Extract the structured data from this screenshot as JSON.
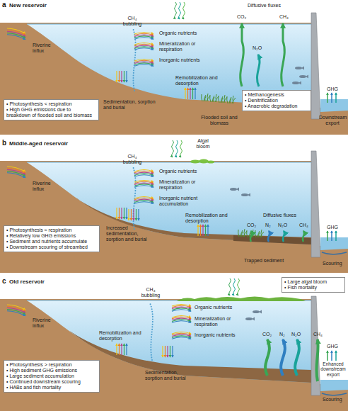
{
  "diagram": {
    "nodes": [
      {
        "text": [
          "• Photosynthesis < respiration",
          "• High GHG emissions due to breakdown of flooded soil and biomass"
        ]
      },
      {
        "text": [
          "• Methanogenesis",
          "• Denitrification",
          "• Anaerobic degradation"
        ]
      },
      {
        "text": [
          "• Photosynthesis ≈ respiration",
          "• Relatively low GHG emissions",
          "• Sediment and nutrients accumulate",
          "• Downstream scouring of streambed"
        ]
      },
      {
        "text": [
          "• Large algal bloom",
          "• Fish mortality"
        ]
      },
      {
        "text": [
          "• Photosynthesis > respiration",
          "• High sediment GHG emissions",
          "• Large sediment accumulation",
          "• Continued downstream scouring",
          "• HABs and fish mortality"
        ]
      }
    ],
    "labels": [
      "a",
      "New reservoir",
      "CH₄ bubbling",
      "Diffusive fluxes",
      "CO₂",
      "N₂O",
      "CH₄",
      "Riverine influx",
      "Organic nutrients",
      "Mineralization or respiration",
      "Inorganic nutrients",
      "Remobilization and desorption",
      "Sedimentation, sorption and burial",
      "Flooded soil and biomass",
      "GHG",
      "Downstream export",
      "b",
      "Middle-aged reservoir",
      "CH₄ bubbling",
      "Algal bloom",
      "Riverine influx",
      "Organic nutrients",
      "Mineralization or respiration",
      "Inorganic nutrient accumulation",
      "Diffusive fluxes",
      "CO₂",
      "N₂",
      "N₂O",
      "CH₄",
      "Remobilization and desorption",
      "Increased sedimentation, sorption and burial",
      "Trapped sediment",
      "GHG",
      "Scouring",
      "c",
      "Old reservoir",
      "CH₄ bubbling",
      "Riverine influx",
      "Remobilization and desorption",
      "Organic nutrients",
      "Mineralization or respiration",
      "Inorganic nutrients",
      "CO₂",
      "N₂",
      "N₂O",
      "CH₄",
      "Sedimentation, sorption and burial",
      "GHG",
      "Enhanced downstream export",
      "Scouring"
    ]
  }
}
